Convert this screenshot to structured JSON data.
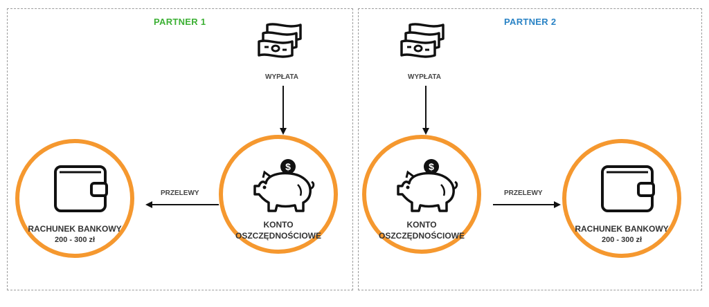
{
  "partners": [
    {
      "title": "PARTNER 1",
      "title_color": "#3cb034",
      "payout_label": "WYPŁATA",
      "transfer_label": "PRZELEWY",
      "savings": {
        "line1": "KONTO",
        "line2": "OSZCZĘDNOŚCIOWE"
      },
      "bank": {
        "line1": "RACHUNEK BANKOWY",
        "line2": "200 - 300 zł"
      }
    },
    {
      "title": "PARTNER 2",
      "title_color": "#2a83c5",
      "payout_label": "WYPŁATA",
      "transfer_label": "PRZELEWY",
      "savings": {
        "line1": "KONTO",
        "line2": "OSZCZĘDNOŚCIOWE"
      },
      "bank": {
        "line1": "RACHUNEK BANKOWY",
        "line2": "200 - 300 zł"
      }
    }
  ],
  "accent_color": "#f5982f",
  "icons": [
    "money-bills-icon",
    "piggy-bank-icon",
    "dollar-coin-icon",
    "wallet-icon"
  ]
}
